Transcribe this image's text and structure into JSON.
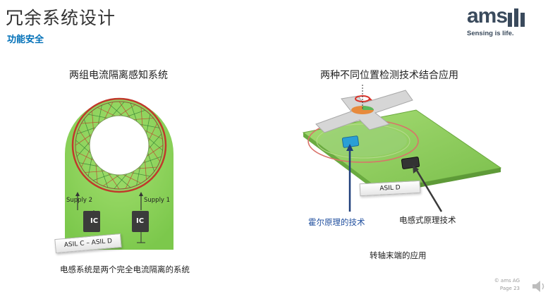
{
  "slide": {
    "title": "冗余系统设计",
    "subtitle": "功能安全",
    "logo": {
      "word": "am",
      "word_tail": "s",
      "tagline": "Sensing is life.",
      "brand_color": "#3a4a5c"
    },
    "left_heading": "两组电流隔离感知系统",
    "right_heading": "两种不同位置检测技术结合应用",
    "left_caption": "电感系统是两个完全电流隔离的系统",
    "right_caption": "转轴末端的应用",
    "left_diagram": {
      "supply_left": "Supply 2",
      "supply_right": "Supply 1",
      "ic_left": "IC",
      "ic_right": "IC",
      "asil_label": "ASIL C – ASIL D",
      "board_color": "#8ed45a",
      "coil_colors": [
        "#c0392b",
        "#2e7d32"
      ]
    },
    "right_diagram": {
      "asil_label": "ASIL D",
      "hall_label": "霍尔原理的技术",
      "inductive_label": "电感式原理技术",
      "board_color": "#8ed45a",
      "hall_chip_color": "#2a9fd6"
    },
    "footer": {
      "copyright": "© ams AG",
      "page": "Page 23"
    }
  }
}
